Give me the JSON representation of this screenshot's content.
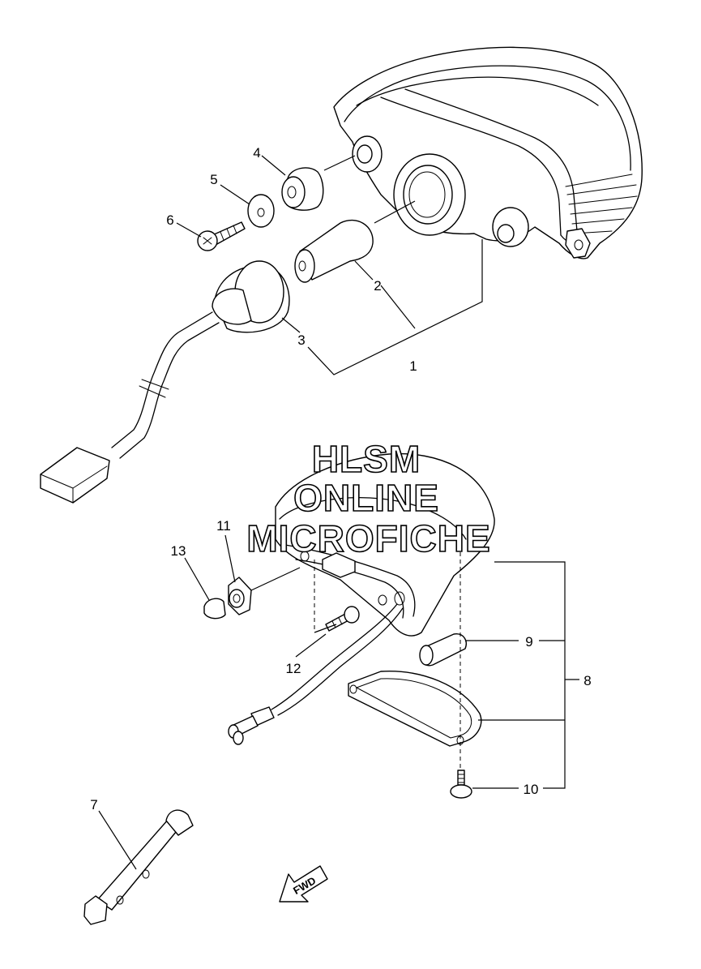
{
  "watermark": {
    "line1": "HLSM",
    "line2": "ONLINE",
    "line3": "MICROFICHE"
  },
  "direction_label": "FWD",
  "callouts": {
    "c1": "1",
    "c2": "2",
    "c3": "3",
    "c4": "4",
    "c5": "5",
    "c6": "6",
    "c7": "7",
    "c8": "8",
    "c9": "9",
    "c10": "10",
    "c11": "11",
    "c12": "12",
    "c13": "13"
  }
}
